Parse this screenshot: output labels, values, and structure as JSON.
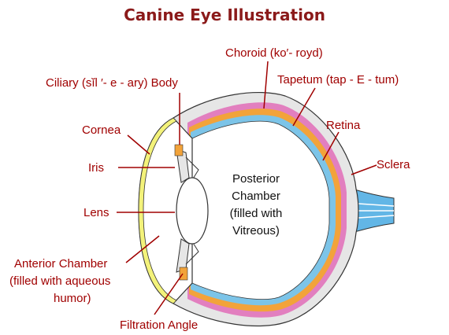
{
  "title": "Canine Eye Illustration",
  "labels": {
    "choroid": "Choroid (ko′- royd)",
    "tapetum": "Tapetum (tap - E - tum)",
    "ciliary_body": "Ciliary (sĭl ′- e - ary) Body",
    "retina": "Retina",
    "cornea": "Cornea",
    "sclera": "Sclera",
    "iris": "Iris",
    "lens": "Lens",
    "anterior_chamber_line1": "Anterior Chamber",
    "anterior_chamber_line2": "(filled with aqueous",
    "anterior_chamber_line3": "humor)",
    "filtration_angle": "Filtration Angle"
  },
  "posterior_chamber": {
    "line1": "Posterior",
    "line2": "Chamber",
    "line3": "(filled with",
    "line4": "Vitreous)"
  },
  "colors": {
    "title": "#8b1a1a",
    "label": "#a00000",
    "leader_line": "#a00000",
    "outline": "#333333",
    "sclera": "#e6e6e6",
    "choroid": "#e27fbf",
    "tapetum": "#f2a33a",
    "retina": "#7cc4e8",
    "optic_nerve": "#62b6e6",
    "cornea": "#f3f27a",
    "chamber_fill": "#ffffff"
  }
}
